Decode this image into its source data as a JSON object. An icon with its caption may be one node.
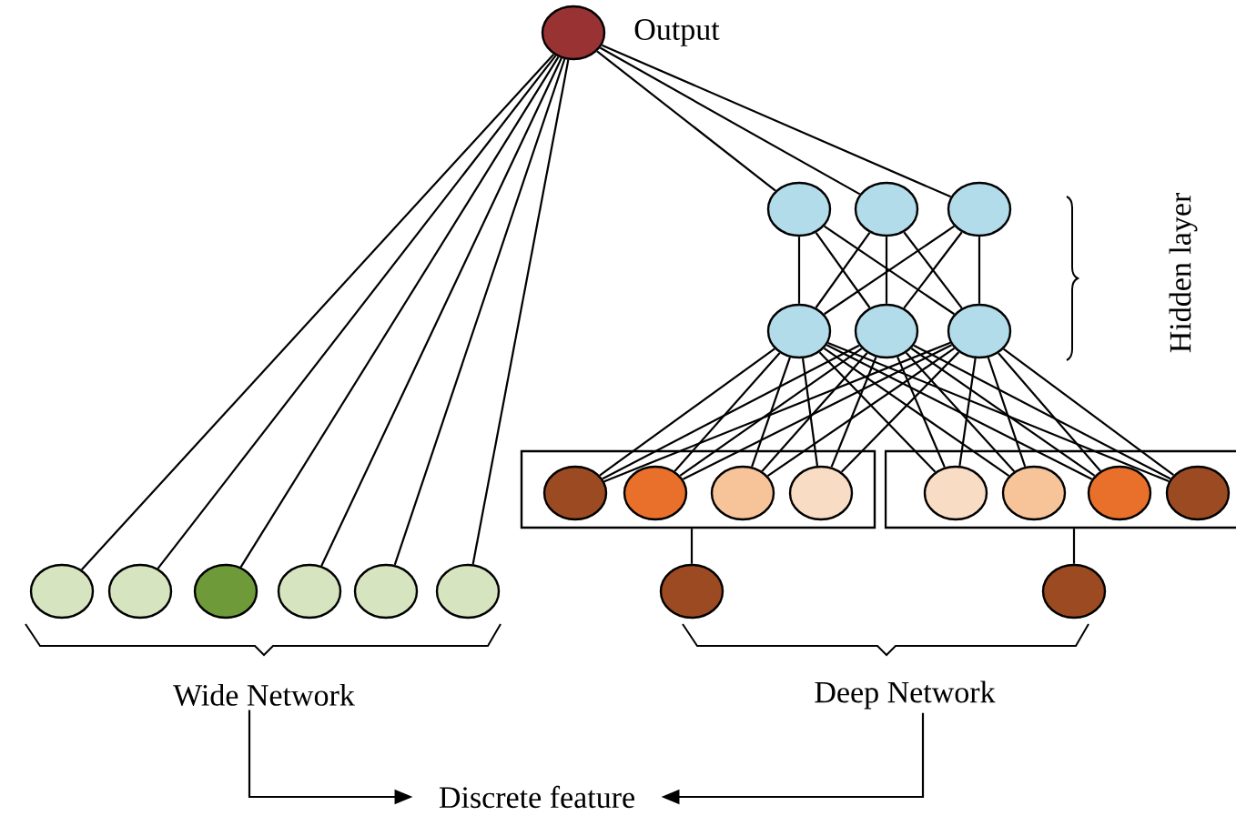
{
  "diagram": {
    "nodes": [
      {
        "text": [],
        "shape": "circle",
        "beside": [
          "Output"
        ]
      },
      {
        "text": [],
        "shape": "circle"
      },
      {
        "text": [],
        "shape": "circle"
      },
      {
        "text": [],
        "shape": "circle"
      },
      {
        "text": [],
        "shape": "circle"
      },
      {
        "text": [],
        "shape": "circle"
      },
      {
        "text": [],
        "shape": "circle"
      },
      {
        "text": [],
        "shape": "circle"
      },
      {
        "text": [],
        "shape": "circle"
      },
      {
        "text": [],
        "shape": "circle"
      },
      {
        "text": [],
        "shape": "circle"
      },
      {
        "text": [],
        "shape": "circle"
      },
      {
        "text": [],
        "shape": "circle"
      },
      {
        "text": [],
        "shape": "box"
      },
      {
        "text": [],
        "shape": "box"
      },
      {
        "text": [],
        "shape": "circle",
        "in": 13
      },
      {
        "text": [],
        "shape": "circle",
        "in": 13
      },
      {
        "text": [],
        "shape": "circle",
        "in": 13
      },
      {
        "text": [],
        "shape": "circle",
        "in": 13
      },
      {
        "text": [],
        "shape": "circle",
        "in": 14
      },
      {
        "text": [],
        "shape": "circle",
        "in": 14
      },
      {
        "text": [],
        "shape": "circle",
        "in": 14
      },
      {
        "text": [],
        "shape": "circle",
        "in": 14
      },
      {
        "text": [],
        "shape": "circle"
      },
      {
        "text": [],
        "shape": "circle"
      },
      {
        "text": [
          "Wide Network"
        ]
      },
      {
        "text": [
          "Deep Network"
        ]
      },
      {
        "text": [
          "Discrete feature"
        ]
      }
    ],
    "edges": [
      {
        "from": 0,
        "to": 1,
        "arrow": "none"
      },
      {
        "from": 0,
        "to": 2,
        "arrow": "none"
      },
      {
        "from": 0,
        "to": 3,
        "arrow": "none"
      },
      {
        "from": 0,
        "to": 4,
        "arrow": "none"
      },
      {
        "from": 0,
        "to": 5,
        "arrow": "none"
      },
      {
        "from": 0,
        "to": 6,
        "arrow": "none"
      },
      {
        "from": 0,
        "to": 7,
        "arrow": "none"
      },
      {
        "from": 0,
        "to": 8,
        "arrow": "none"
      },
      {
        "from": 0,
        "to": 9,
        "arrow": "none"
      },
      {
        "from": 7,
        "to": 10,
        "arrow": "none"
      },
      {
        "from": 7,
        "to": 11,
        "arrow": "none"
      },
      {
        "from": 7,
        "to": 12,
        "arrow": "none"
      },
      {
        "from": 8,
        "to": 10,
        "arrow": "none"
      },
      {
        "from": 8,
        "to": 11,
        "arrow": "none"
      },
      {
        "from": 8,
        "to": 12,
        "arrow": "none"
      },
      {
        "from": 9,
        "to": 10,
        "arrow": "none"
      },
      {
        "from": 9,
        "to": 11,
        "arrow": "none"
      },
      {
        "from": 9,
        "to": 12,
        "arrow": "none"
      },
      {
        "from": 10,
        "to": 15,
        "arrow": "none"
      },
      {
        "from": 10,
        "to": 16,
        "arrow": "none"
      },
      {
        "from": 10,
        "to": 17,
        "arrow": "none"
      },
      {
        "from": 10,
        "to": 18,
        "arrow": "none"
      },
      {
        "from": 10,
        "to": 19,
        "arrow": "none"
      },
      {
        "from": 10,
        "to": 20,
        "arrow": "none"
      },
      {
        "from": 10,
        "to": 21,
        "arrow": "none"
      },
      {
        "from": 10,
        "to": 22,
        "arrow": "none"
      },
      {
        "from": 11,
        "to": 15,
        "arrow": "none"
      },
      {
        "from": 11,
        "to": 16,
        "arrow": "none"
      },
      {
        "from": 11,
        "to": 17,
        "arrow": "none"
      },
      {
        "from": 11,
        "to": 18,
        "arrow": "none"
      },
      {
        "from": 11,
        "to": 19,
        "arrow": "none"
      },
      {
        "from": 11,
        "to": 20,
        "arrow": "none"
      },
      {
        "from": 11,
        "to": 21,
        "arrow": "none"
      },
      {
        "from": 11,
        "to": 22,
        "arrow": "none"
      },
      {
        "from": 12,
        "to": 15,
        "arrow": "none"
      },
      {
        "from": 12,
        "to": 16,
        "arrow": "none"
      },
      {
        "from": 12,
        "to": 17,
        "arrow": "none"
      },
      {
        "from": 12,
        "to": 18,
        "arrow": "none"
      },
      {
        "from": 12,
        "to": 19,
        "arrow": "none"
      },
      {
        "from": 12,
        "to": 20,
        "arrow": "none"
      },
      {
        "from": 12,
        "to": 21,
        "arrow": "none"
      },
      {
        "from": 12,
        "to": 22,
        "arrow": "none"
      },
      {
        "from": 23,
        "to": 13,
        "arrow": "none"
      },
      {
        "from": 24,
        "to": 14,
        "arrow": "none"
      },
      {
        "from": 25,
        "to": 27,
        "arrow": "to"
      },
      {
        "from": 26,
        "to": 27,
        "arrow": "to"
      }
    ],
    "labels": [
      "Hidden layer"
    ]
  }
}
